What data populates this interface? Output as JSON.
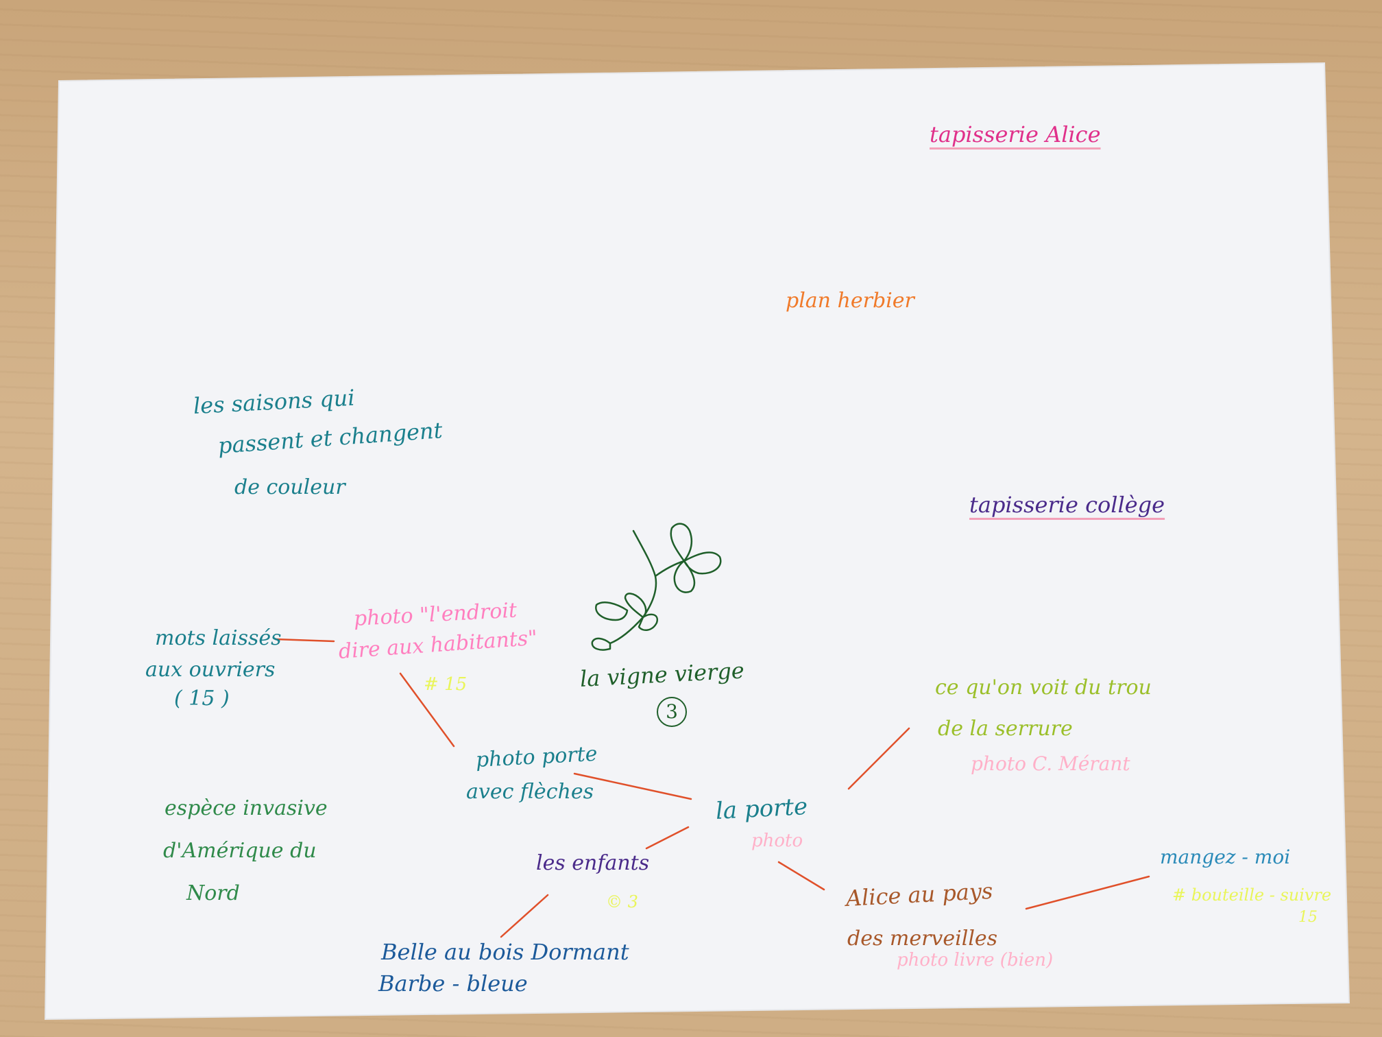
{
  "colors": {
    "paper": "#f3f4f7",
    "teal": "#1a7f8c",
    "pink": "#e0308a",
    "neon_pink": "#ff7fbf",
    "orange": "#f07a2a",
    "violet": "#4a2a8a",
    "green": "#2f8a4a",
    "dark_green": "#1f5f2a",
    "olive": "#9bbf2a",
    "blue": "#1c5a9a",
    "brown": "#a8582a",
    "light_pink": "#ffb0c8",
    "yellow": "#e9f55a",
    "red_line": "#e0502a"
  },
  "notes": {
    "tapisserie_alice": "tapisserie Alice",
    "plan_herbier": "plan herbier",
    "saisons_1": "les saisons qui",
    "saisons_2": "passent et changent",
    "saisons_3": "de couleur",
    "tapisserie_college": "tapisserie collège",
    "mots_1": "mots laissés",
    "mots_2": "aux ouvriers",
    "mots_3": "( 15 )",
    "photo_endroit_1": "photo \"l'endroit",
    "photo_endroit_2": "dire aux habitants\"",
    "tag_15": "# 15",
    "vigne_vierge": "la vigne vierge",
    "vigne_num": "3",
    "ce_qui_1": "ce qu'on voit du trou",
    "ce_qui_2": "de la serrure",
    "photo_merant": "photo C. Mérant",
    "photo_porte_1": "photo porte",
    "photo_porte_2": "avec flèches",
    "espece_1": "espèce invasive",
    "espece_2": "d'Amérique du",
    "espece_3": "Nord",
    "la_porte": "la porte",
    "la_porte_photo": "photo",
    "les_enfants": "les enfants",
    "enfants_tag": "© 3",
    "mangez_moi": "mangez - moi",
    "mangez_tag_1": "# bouteille - suivre",
    "mangez_tag_2": "15",
    "alice_1": "Alice au pays",
    "alice_2": "des merveilles",
    "alice_photo": "photo livre (bien)",
    "belle_1": "Belle au bois Dormant",
    "belle_2": "Barbe - bleue"
  }
}
